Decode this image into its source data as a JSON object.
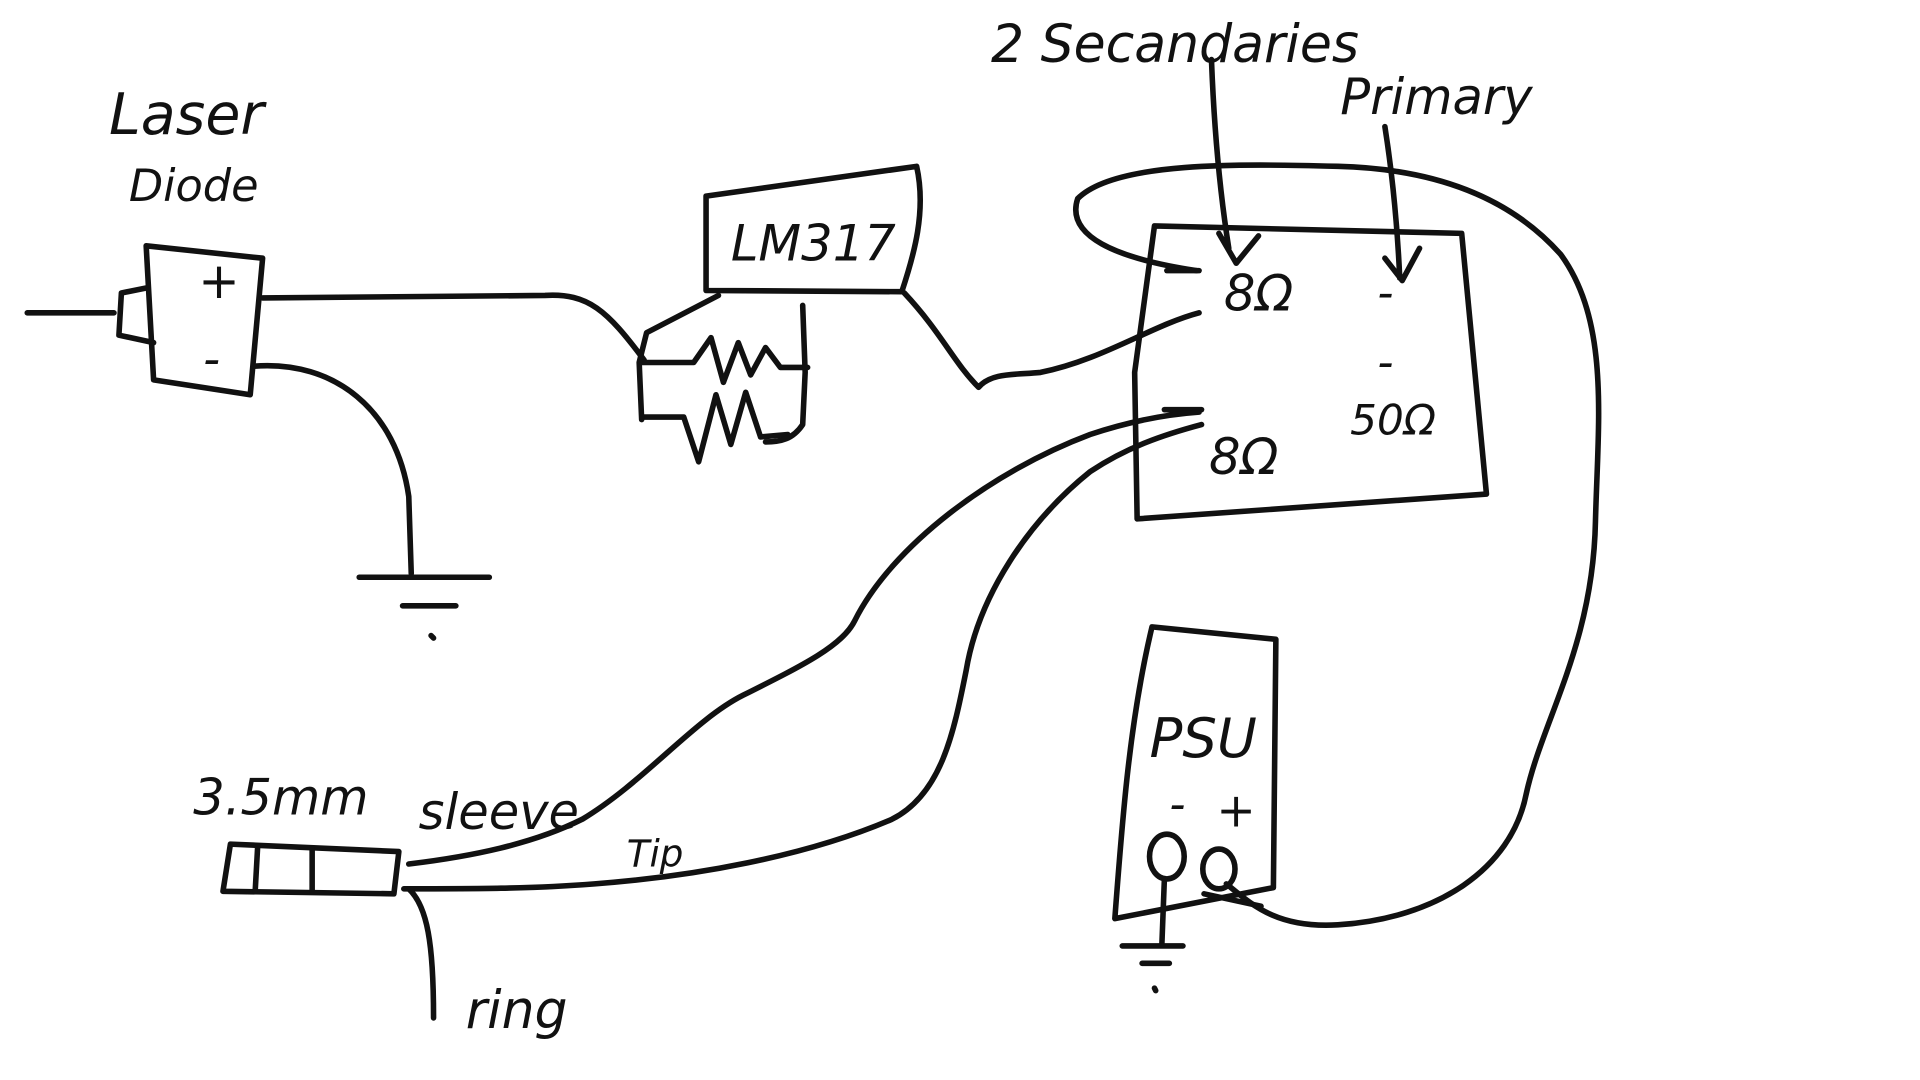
{
  "labels": {
    "laser_diode_line1": "Laser",
    "laser_diode_line2": "Diode",
    "laser_plus": "+",
    "laser_minus": "-",
    "lm317": "LM317",
    "secondaries": "2 Secandaries",
    "primary": "Primary",
    "secondary_ohm_1": "8Ω",
    "secondary_ohm_2": "8Ω",
    "primary_minus_1": "-",
    "primary_minus_2": "-",
    "primary_ohm": "50Ω",
    "psu": "PSU",
    "psu_minus": "-",
    "psu_plus": "+",
    "jack": "3.5mm",
    "sleeve": "sleeve",
    "tip": "Tip",
    "ring": "ring"
  },
  "colors": {
    "ink": "#111111",
    "paper": "#ffffff"
  }
}
